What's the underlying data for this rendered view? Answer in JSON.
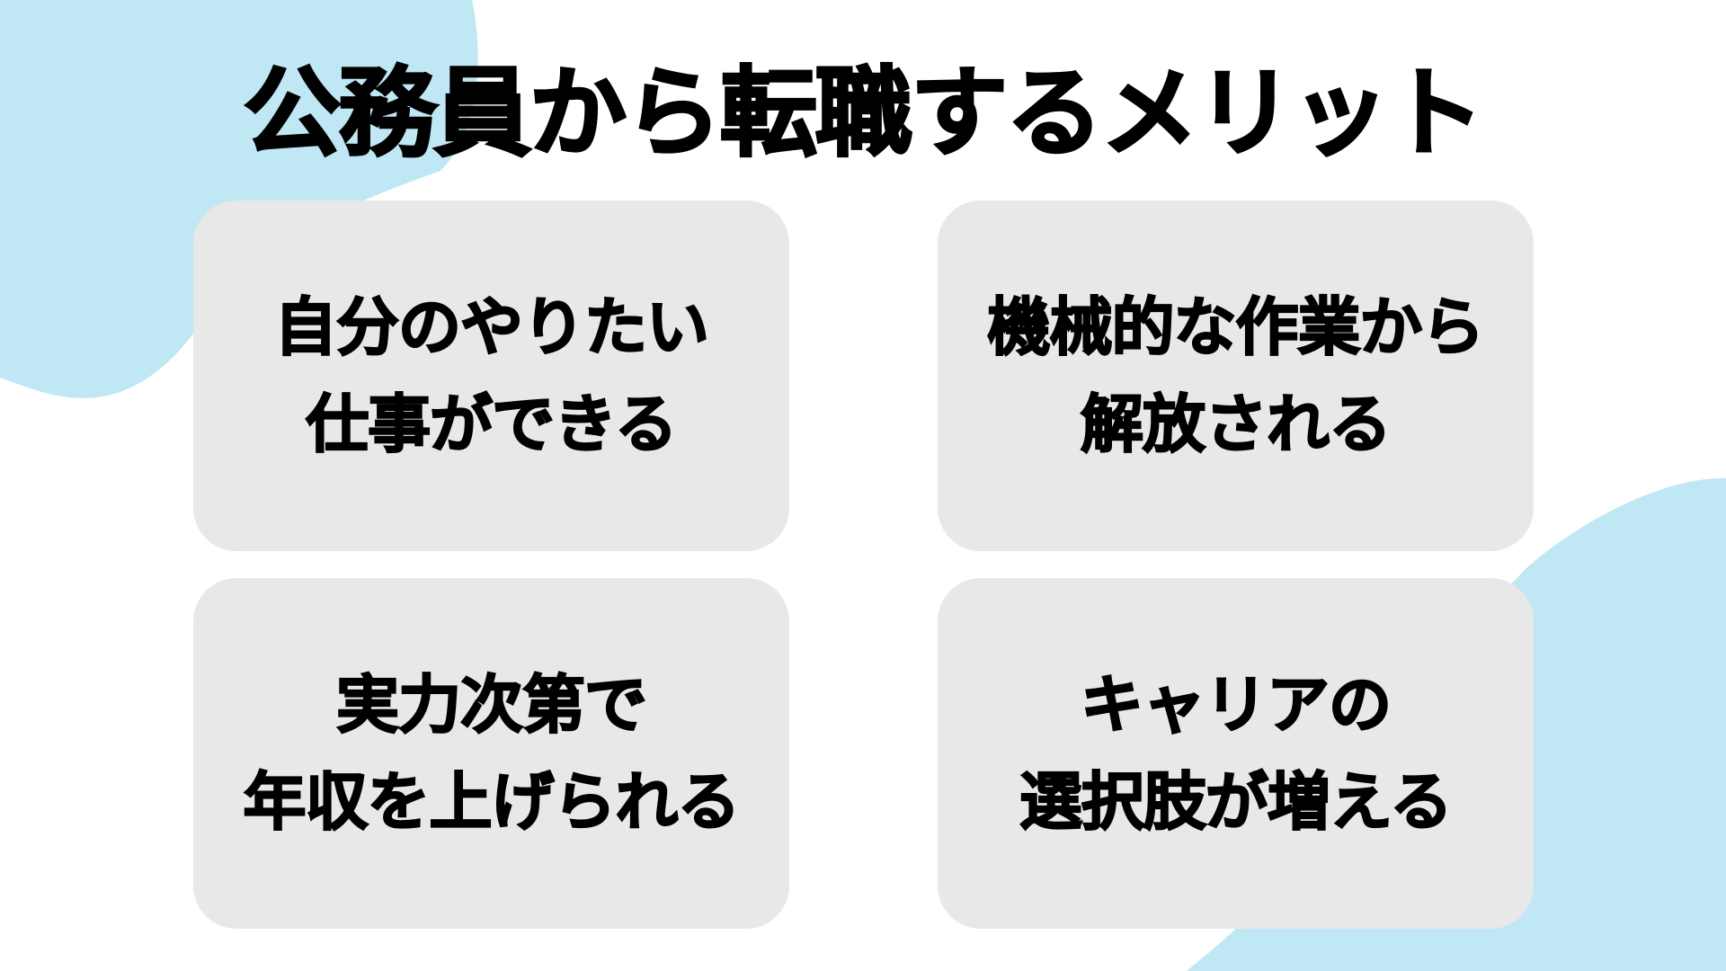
{
  "slide": {
    "title": "公務員から転職するメリット",
    "accent_color": "#bfe7f4",
    "card_color": "#e8e8e8",
    "cards": [
      {
        "lines": [
          "自分のやりたい",
          "仕事ができる"
        ]
      },
      {
        "lines": [
          "機械的な作業から",
          "解放される"
        ]
      },
      {
        "lines": [
          "実力次第で",
          "年収を上げられる"
        ]
      },
      {
        "lines": [
          "キャリアの",
          "選択肢が増える"
        ]
      }
    ]
  }
}
